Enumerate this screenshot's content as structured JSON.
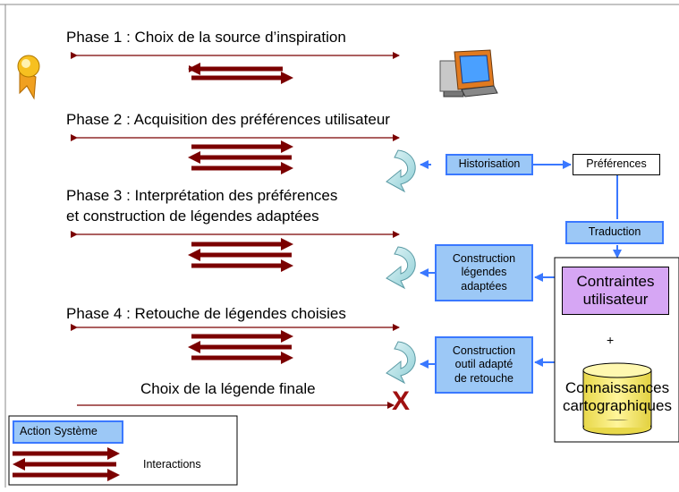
{
  "phases": {
    "p1": "Phase 1 : Choix de la source d’inspiration",
    "p2": "Phase 2 : Acquisition des préférences utilisateur",
    "p3_line1": "Phase 3 : Interprétation des préférences",
    "p3_line2": "et construction de légendes adaptées",
    "p4": "Phase 4 : Retouche de légendes choisies",
    "final": "Choix de la légende finale"
  },
  "boxes": {
    "historisation": "Historisation",
    "preferences": "Préférences",
    "traduction": "Traduction",
    "construction_legendes": [
      "Construction",
      "légendes",
      "adaptées"
    ],
    "construction_outil": [
      "Construction",
      "outil adapté",
      "de retouche"
    ],
    "contraintes": [
      "Contraintes",
      "utilisateur"
    ],
    "plus": "+",
    "connaissances": [
      "Connaissances",
      "cartographiques"
    ]
  },
  "legend": {
    "action_systeme": "Action Système",
    "interactions": "Interactions"
  },
  "final_mark": "X",
  "icons": [
    "user-icon",
    "computer-icon",
    "cycle-arrow-icon"
  ],
  "colors": {
    "arrow_dark_red": "#7b0000",
    "box_blue_fill": "#9cc8f6",
    "box_blue_border": "#3a78ff",
    "purple_fill": "#d6a6f4",
    "cylinder_yellow": "#fff27a"
  }
}
